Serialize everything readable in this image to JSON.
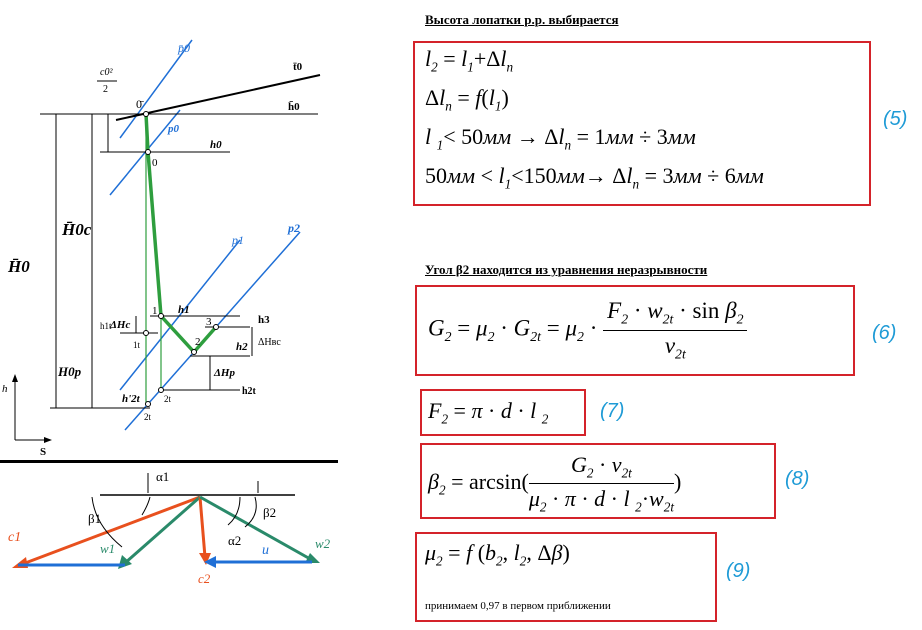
{
  "headings": {
    "blade_height": "Высота лопатки р.р. выбирается",
    "angle_beta": "Угол β2 находится из уравнения неразрывности"
  },
  "eq_numbers": {
    "e5": "(5)",
    "e6": "(6)",
    "e7": "(7)",
    "e8": "(8)",
    "e9": "(9)"
  },
  "note": "принимаем 0,97 в первом приближении",
  "colors": {
    "box": "#d4232a",
    "eqnum": "#1f9bd6",
    "green": "#2e9e3e",
    "blue": "#1f6fd6",
    "orange": "#e8501e",
    "teal": "#2a8a6a"
  },
  "diagram": {
    "labels": {
      "p0_bar": "p̄0",
      "t0_bar": "t̄0",
      "h0_bar": "h̄0",
      "c0": "c0²",
      "two": "2",
      "zero_bar": "0̄",
      "zero": "0",
      "p0": "p0",
      "h0": "h0",
      "p1": "p1",
      "p2": "p2",
      "H0c": "H̄0c",
      "H0": "H̄0",
      "H0p": "H0p",
      "h1t": "h1t",
      "dHc": "ΔHc",
      "one": "1",
      "h1": "h1",
      "one_t": "1t",
      "three": "3",
      "h3": "h3",
      "two_pt": "2",
      "h2": "h2",
      "dHbc": "ΔHвс",
      "dHp": "ΔHp",
      "two_t": "2t",
      "h2t": "h2t",
      "h2t_prime": "h'2t",
      "two_t_b": "2t",
      "axis_h": "h",
      "axis_s": "S"
    },
    "triangle_labels": {
      "alpha1": "α1",
      "beta1": "β1",
      "beta2": "β2",
      "alpha2": "α2",
      "c1": "c1",
      "w1": "w1",
      "c2": "c2",
      "u": "u",
      "w2": "w2"
    }
  }
}
